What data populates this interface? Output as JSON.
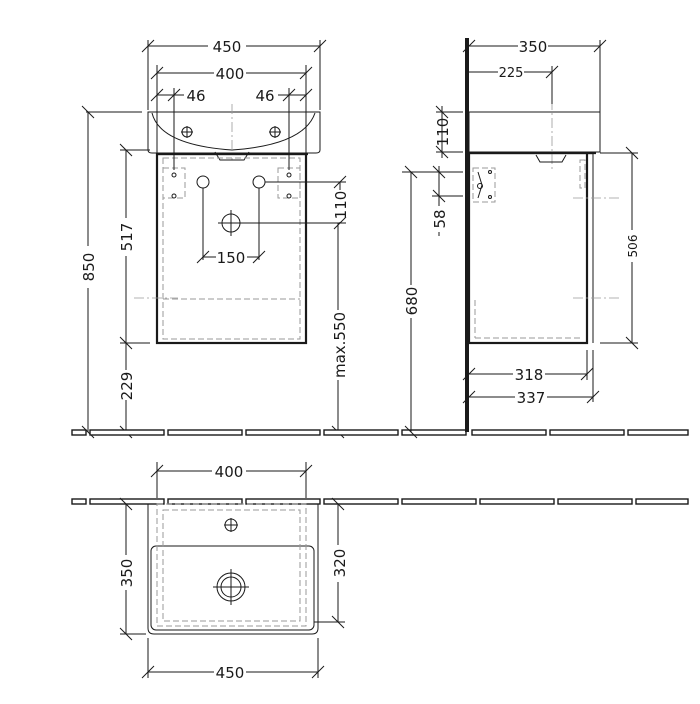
{
  "drawing": {
    "subject": "wall-hung washbasin with vanity unit",
    "units": "mm",
    "views": {
      "front": {
        "dims": {
          "basin_width": "450",
          "unit_width": "400",
          "tap_hole_left": "46",
          "tap_hole_right": "46",
          "overall_height": "850",
          "unit_height": "517",
          "floor_to_unit": "229",
          "supply_spacing": "150",
          "supply_offset": "110",
          "waste_height": "max.550"
        }
      },
      "side": {
        "dims": {
          "basin_depth": "350",
          "tap_centre": "225",
          "basin_height": "110",
          "bracket_offset": "58",
          "bracket_height": "680",
          "unit_side_height": "506",
          "unit_body_depth": "318",
          "unit_depth": "337"
        }
      },
      "plan": {
        "dims": {
          "unit_width": "400",
          "basin_depth": "350",
          "bowl_depth": "320",
          "basin_width": "450"
        }
      }
    }
  }
}
